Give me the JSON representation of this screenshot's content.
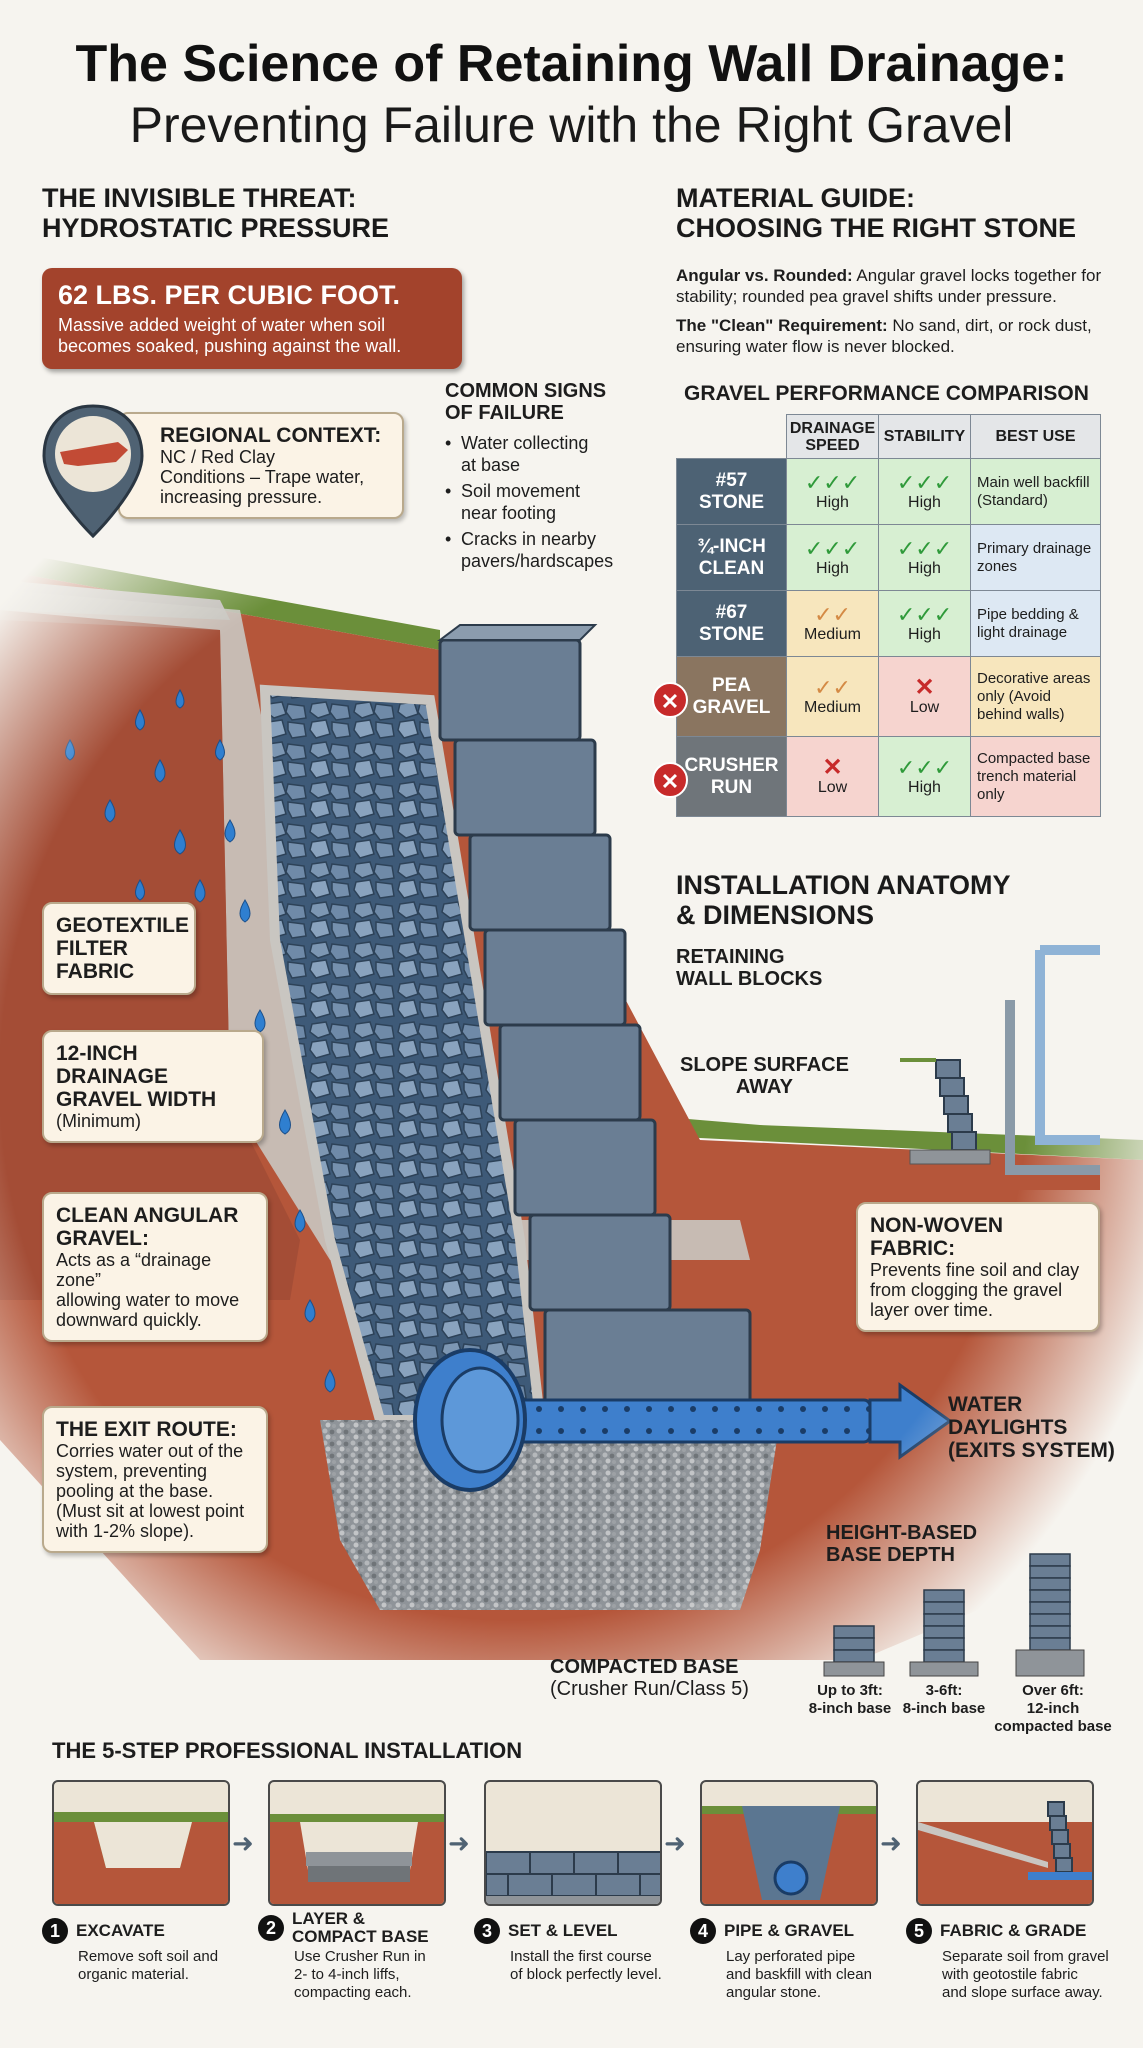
{
  "header": {
    "title": "The Science of Retaining Wall Drainage:",
    "subtitle": "Preventing Failure with the Right Gravel"
  },
  "threat": {
    "heading_1": "THE INVISIBLE THREAT:",
    "heading_2": "HYDROSTATIC PRESSURE",
    "stat": "62 LBS. PER CUBIC FOOT.",
    "stat_desc_1": "Massive added weight of water when soil",
    "stat_desc_2": "becomes soaked, pushing against the wall."
  },
  "regional": {
    "title": "REGIONAL CONTEXT:",
    "line1": "NC / Red Clay",
    "line2": "Conditions – Trape water,",
    "line3": "increasing pressure."
  },
  "signs": {
    "heading_1": "COMMON SIGNS",
    "heading_2": "OF FAILURE",
    "items": [
      [
        "Water collecting",
        "at base"
      ],
      [
        "Soil movement",
        "near footing"
      ],
      [
        "Cracks in nearby",
        "pavers/hardscapes"
      ]
    ]
  },
  "material": {
    "heading_1": "MATERIAL GUIDE:",
    "heading_2": "CHOOSING THE RIGHT STONE",
    "p1_bold": "Angular vs. Rounded:",
    "p1": " Angular gravel locks together for stability; rounded pea gravel shifts under pressure.",
    "p2_bold": "The \"Clean\" Requirement:",
    "p2": " No sand, dirt, or rock dust, ensuring water flow is never blocked."
  },
  "comparison": {
    "title": "GRAVEL PERFORMANCE COMPARISON",
    "headers": [
      "DRAINAGE SPEED",
      "STABILITY",
      "BEST USE"
    ],
    "rows": [
      {
        "name_1": "#57",
        "name_2": "STONE",
        "drainage": "High",
        "stability": "High",
        "best": "Main well backfill (Standard)"
      },
      {
        "name_1": "¾-INCH",
        "name_2": "CLEAN",
        "drainage": "High",
        "stability": "High",
        "best": "Primary drainage zones"
      },
      {
        "name_1": "#67",
        "name_2": "STONE",
        "drainage": "Medium",
        "stability": "High",
        "best": "Pipe bedding & light drainage"
      },
      {
        "name_1": "PEA",
        "name_2": "GRAVEL",
        "drainage": "Medium",
        "stability": "Low",
        "best": "Decorative areas only (Avoid behind walls)"
      },
      {
        "name_1": "CRUSHER",
        "name_2": "RUN",
        "drainage": "Low",
        "stability": "High",
        "best": "Compacted base trench material only"
      }
    ]
  },
  "callouts": {
    "geotextile": [
      "GEOTEXTILE",
      "FILTER",
      "FABRIC"
    ],
    "width_title": [
      "12-INCH DRAINAGE",
      "GRAVEL WIDTH"
    ],
    "width_sub": "(Minimum)",
    "clean_title": [
      "CLEAN ANGULAR",
      "GRAVEL:"
    ],
    "clean_desc": [
      "Acts as a “drainage zone”",
      "allowing water to move",
      "downward quickly."
    ],
    "exit_title": "THE EXIT ROUTE:",
    "exit_desc": [
      "Corries water out of the",
      "system, preventing",
      "pooling at the base.",
      "(Must sit at lowest point",
      "with 1-2% slope)."
    ],
    "daylight": [
      "WATER",
      "DAYLIGHTS",
      "(EXITS SYSTEM)"
    ],
    "compacted_title": "COMPACTED BASE",
    "compacted_sub": "(Crusher Run/Class 5)"
  },
  "anatomy": {
    "heading_1": "INSTALLATION ANATOMY",
    "heading_2": "& DIMENSIONS",
    "blocks_1": "RETAINING",
    "blocks_2": "WALL BLOCKS",
    "slope_1": "SLOPE SURFACE",
    "slope_2": "AWAY",
    "fabric_title": "NON-WOVEN FABRIC:",
    "fabric_desc": [
      "Prevents fine soil and clay",
      "from clogging the gravel",
      "layer over time."
    ]
  },
  "base_depth": {
    "heading_1": "HEIGHT-BASED",
    "heading_2": "BASE DEPTH",
    "items": [
      [
        "Up to 3ft:",
        "8-inch base",
        ""
      ],
      [
        "3-6ft:",
        "8-inch base",
        ""
      ],
      [
        "Over 6ft:",
        "12-inch",
        "compacted base"
      ]
    ]
  },
  "steps": {
    "heading": "THE 5-STEP PROFESSIONAL INSTALLATION",
    "items": [
      {
        "num": "1",
        "title": "EXCAVATE",
        "title2": "",
        "desc": [
          "Remove soft soil and",
          "organic material."
        ]
      },
      {
        "num": "2",
        "title": "LAYER &",
        "title2": "COMPACT BASE",
        "desc": [
          "Use Crusher Run in",
          "2- to 4-inch liffs,",
          "compacting each."
        ]
      },
      {
        "num": "3",
        "title": "SET & LEVEL",
        "title2": "",
        "desc": [
          "Install the first course",
          "of block perfectly level."
        ]
      },
      {
        "num": "4",
        "title": "PIPE & GRAVEL",
        "title2": "",
        "desc": [
          "Lay perforated pipe",
          "and baskfill with clean",
          "angular stone."
        ]
      },
      {
        "num": "5",
        "title": "FABRIC & GRADE",
        "title2": "",
        "desc": [
          "Separate soil from gravel",
          "with geotostile fabric",
          "and slope surface away."
        ]
      }
    ]
  },
  "colors": {
    "soil": "#b5563a",
    "grass": "#6b8f3a",
    "stone": "#5b7691",
    "water": "#2f7fd0",
    "brand_red": "#a3432c"
  }
}
